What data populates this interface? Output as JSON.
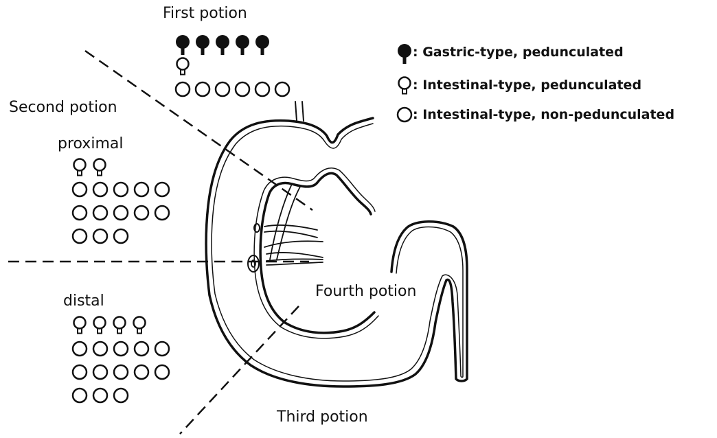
{
  "labels": {
    "first": "First potion",
    "second": "Second potion",
    "proximal": "proximal",
    "distal": "distal",
    "third": "Third potion",
    "fourth": "Fourth potion"
  },
  "legend": [
    {
      "marker": "gastric-pedunculated",
      "text": ": Gastric-type, pedunculated"
    },
    {
      "marker": "intestinal-pedunculated",
      "text": ": Intestinal-type, pedunculated"
    },
    {
      "marker": "intestinal-non-pedunculated",
      "text": ": Intestinal-type, non-pedunculated"
    }
  ],
  "lesion_counts": {
    "first_portion": {
      "gastric_pedunculated": 5,
      "intestinal_pedunculated": 1,
      "intestinal_non_pedunculated": 6
    },
    "second_proximal": {
      "intestinal_pedunculated": 2,
      "intestinal_non_pedunculated": 13
    },
    "second_distal": {
      "intestinal_pedunculated": 4,
      "intestinal_non_pedunculated": 13
    }
  },
  "colors": {
    "ink": "#111111",
    "background": "#ffffff"
  }
}
